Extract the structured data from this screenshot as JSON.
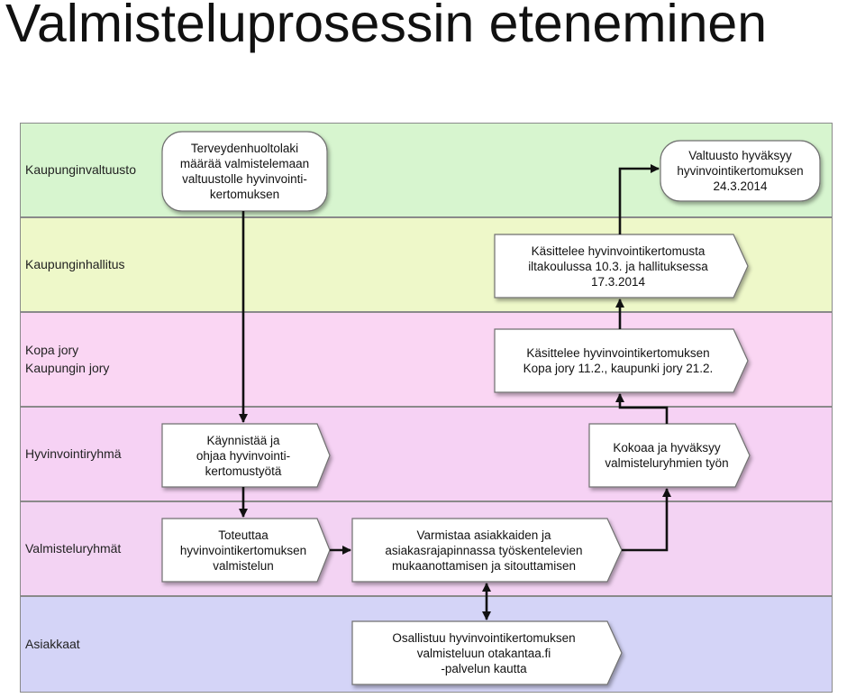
{
  "title": "Valmisteluprosessin eteneminen",
  "lanes": [
    {
      "label": "Kaupunginvaltuusto",
      "color": "#d7f5cf"
    },
    {
      "label": "Kaupunginhallitus",
      "color": "#eef8c9"
    },
    {
      "label": "Kopa jory\nKaupungin jory",
      "color": "#fad6f3"
    },
    {
      "label": "Hyvinvointiryhmä",
      "color": "#f6d2f4"
    },
    {
      "label": "Valmisteluryhmät",
      "color": "#f3d3f3"
    },
    {
      "label": "Asiakkaat",
      "color": "#d4d4f7"
    }
  ],
  "nodes": {
    "n1": "Terveydenhuoltolaki\nmäärää valmistelemaan\nvaltuustolle hyvinvointi-\nkertomuksen",
    "n2": "Käynnistää ja\nohjaa hyvinvointi-\nkertomustyötä",
    "n3": "Toteuttaa\nhyvinvointikertomuksen\nvalmistelun",
    "n4": "Varmistaa asiakkaiden ja\nasiakasrajapinnassa työskentelevien\nmukaanottamisen ja sitouttamisen",
    "n5": "Osallistuu hyvinvointikertomuksen\nvalmisteluun otakantaa.fi\n-palvelun kautta",
    "n6": "Kokoaa ja hyväksyy\nvalmisteluryhmien työn",
    "n7": "Käsittelee hyvinvointikertomuksen\nKopa jory 11.2., kaupunki jory 21.2.",
    "n8": "Käsittelee hyvinvointikertomusta\niltakoulussa 10.3. ja hallituksessa\n17.3.2014",
    "n9": "Valtuusto hyväksyy\nhyvinvointikertomuksen\n24.3.2014"
  }
}
